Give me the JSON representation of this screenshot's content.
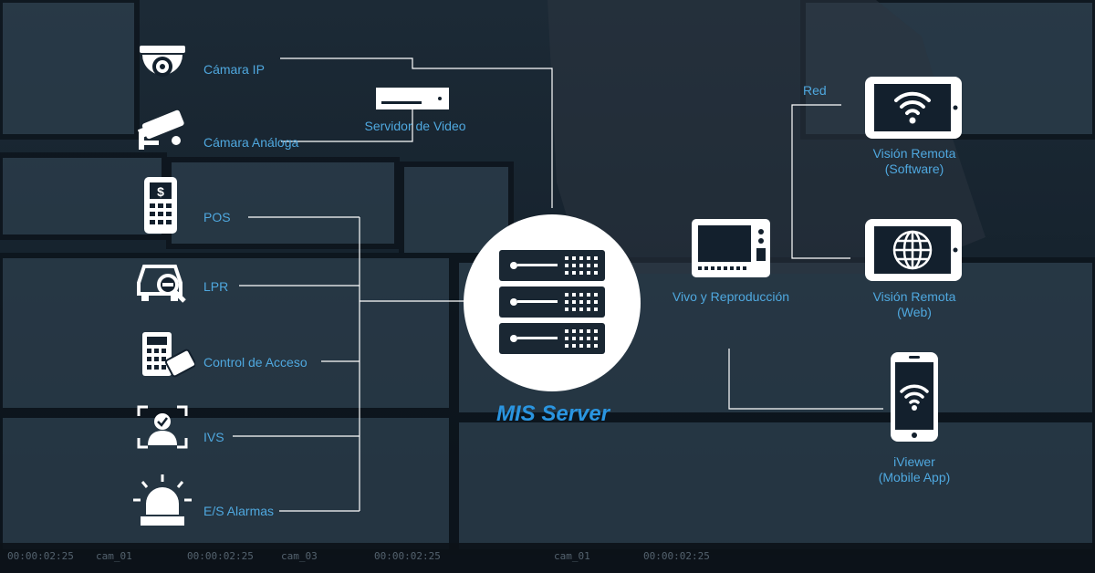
{
  "sources": {
    "camara_ip": "Cámara IP",
    "camara_analoga": "Cámara Análoga",
    "servidor_video": "Servidor de Video",
    "pos": "POS",
    "lpr": "LPR",
    "control_acceso": "Control de Acceso",
    "ivs": "IVS",
    "alarmas": "E/S Alarmas"
  },
  "center": {
    "title": "MIS Server"
  },
  "outputs": {
    "red": "Red",
    "vivo": "Vivo y Reproducción",
    "remota_software": [
      "Visión Remota",
      "(Software)"
    ],
    "remota_web": [
      "Visión Remota",
      "(Web)"
    ],
    "iviewer": [
      "iViewer",
      "(Mobile App)"
    ]
  },
  "background_text": [
    "00:00:02:25",
    "cam_01",
    "00:00:02:25",
    "cam_03",
    "00:00:02:25",
    "cam_01",
    "00:00:02:25"
  ],
  "colors": {
    "accent": "#4fa8df",
    "title": "#2a95e0",
    "line": "#ffffff",
    "icon": "#ffffff"
  }
}
